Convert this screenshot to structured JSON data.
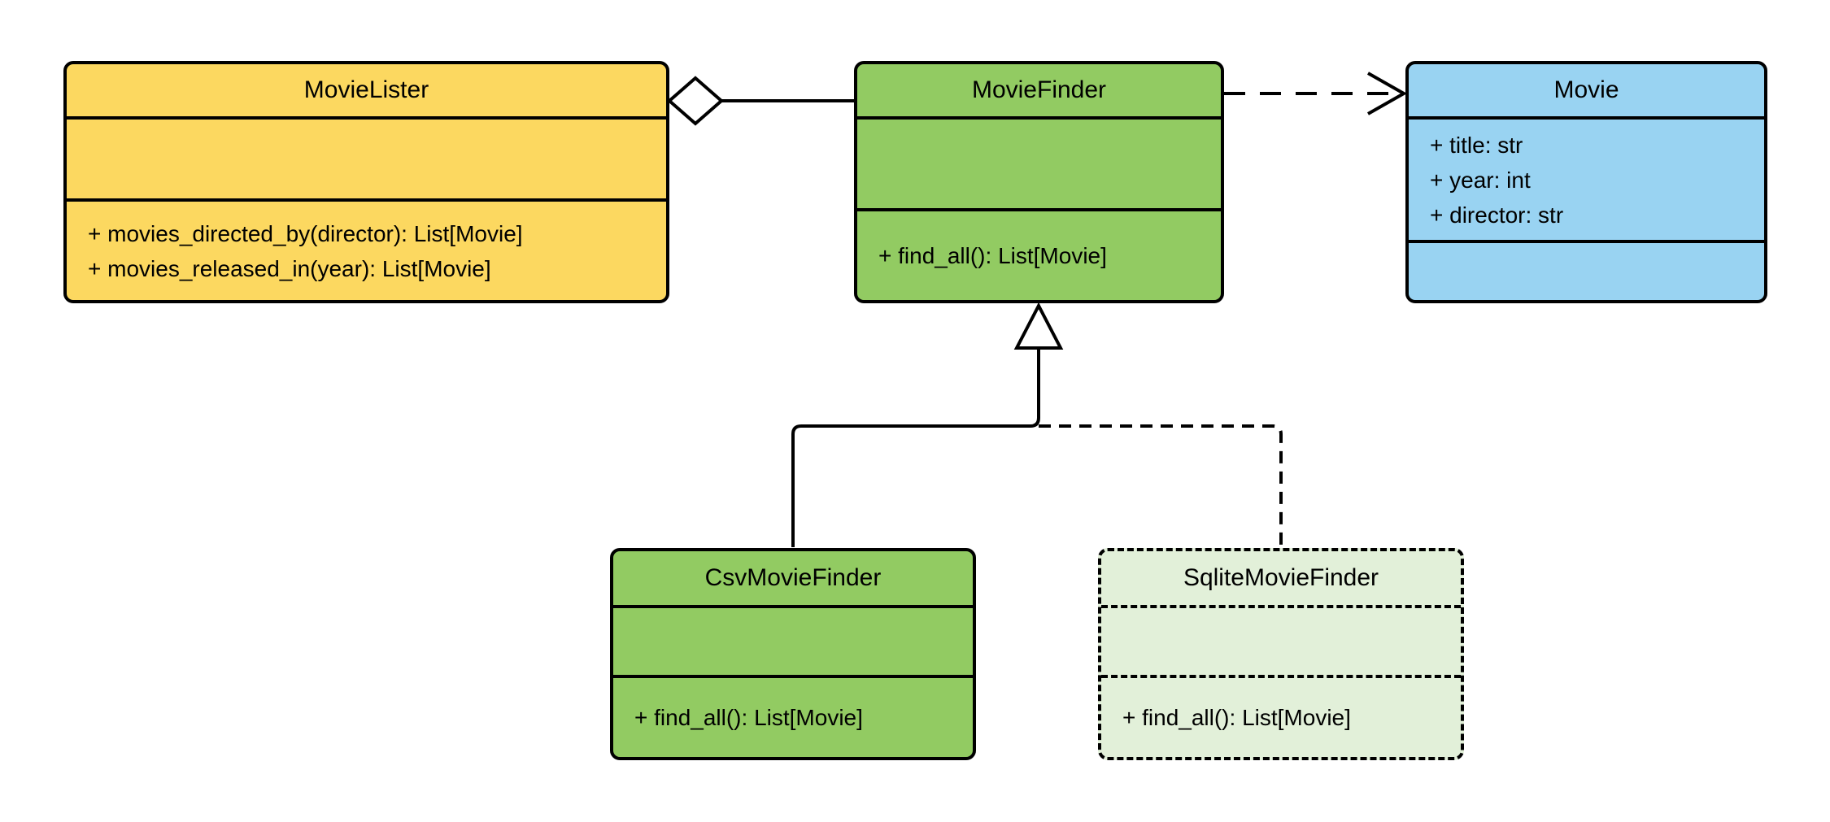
{
  "diagram": {
    "kind": "uml-class-diagram",
    "background_color": "#FFFFFF",
    "stroke_color": "#000000",
    "classes": {
      "movie_lister": {
        "name": "MovieLister",
        "fill": "#FCD860",
        "border_style": "solid",
        "attributes": [],
        "methods": {
          "0": "+ movies_directed_by(director): List[Movie]",
          "1": "+ movies_released_in(year): List[Movie]"
        }
      },
      "movie_finder": {
        "name": "MovieFinder",
        "fill": "#92CB62",
        "border_style": "solid",
        "attributes": [],
        "methods": {
          "0": "+ find_all(): List[Movie]"
        }
      },
      "movie": {
        "name": "Movie",
        "fill": "#99D3F2",
        "border_style": "solid",
        "attributes": {
          "0": "+ title: str",
          "1": "+ year: int",
          "2": "+ director: str"
        },
        "methods": []
      },
      "csv_movie_finder": {
        "name": "CsvMovieFinder",
        "fill": "#92CB62",
        "border_style": "solid",
        "attributes": [],
        "methods": {
          "0": "+ find_all(): List[Movie]"
        }
      },
      "sqlite_movie_finder": {
        "name": "SqliteMovieFinder",
        "fill": "#E2F0D9",
        "border_style": "dashed",
        "attributes": [],
        "methods": {
          "0": "+ find_all(): List[Movie]"
        }
      }
    },
    "relationships": [
      {
        "type": "aggregation",
        "from": "MovieLister",
        "to": "MovieFinder",
        "line": "solid",
        "marker": "hollow-diamond-at-whole"
      },
      {
        "type": "dependency",
        "from": "MovieFinder",
        "to": "Movie",
        "line": "dashed",
        "marker": "open-arrow"
      },
      {
        "type": "generalization",
        "from": "CsvMovieFinder",
        "to": "MovieFinder",
        "line": "solid",
        "marker": "hollow-triangle"
      },
      {
        "type": "generalization",
        "from": "SqliteMovieFinder",
        "to": "MovieFinder",
        "line": "dashed",
        "marker": "hollow-triangle"
      }
    ]
  }
}
